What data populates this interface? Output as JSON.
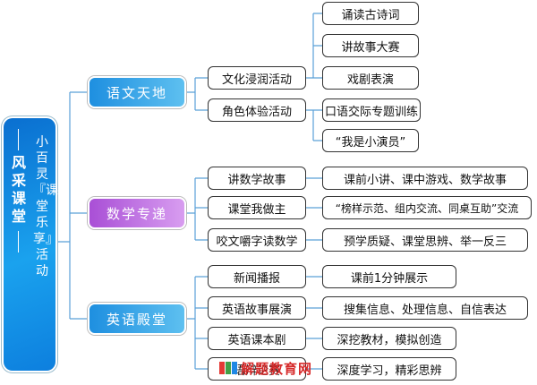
{
  "main": {
    "title": "风采课堂",
    "subtitle": "小百灵『课堂乐享』活动"
  },
  "categories": [
    {
      "label": "语文天地",
      "activities": [
        "文化浸润活动",
        "角色体验活动"
      ],
      "details": [
        "诵读古诗词",
        "讲故事大赛",
        "戏剧表演",
        "口语交际专题训练",
        "“我是小演员”"
      ]
    },
    {
      "label": "数学专递",
      "activities": [
        "讲数学故事",
        "课堂我做主",
        "咬文嚼字读数学"
      ],
      "details": [
        "课前小讲、课中游戏、数学故事",
        "“榜样示范、组内交流、同桌互助”交流",
        "预学质疑、课堂思辨、举一反三"
      ]
    },
    {
      "label": "英语殿堂",
      "activities": [
        "新闻播报",
        "英语故事展演",
        "英语课本剧",
        "语辩论赛"
      ],
      "details": [
        "课前1分钟展示",
        "搜集信息、处理信息、自信表达",
        "深挖教材，模拟创造",
        "深度学习，精彩思辨"
      ]
    }
  ],
  "watermark": {
    "text": "解题教育网",
    "icon": "book-logo-icon"
  },
  "colors": {
    "blue": "#1e8fe0",
    "purple": "#a94fd6",
    "line": "#5aa0d8",
    "main": "#0a6fd0"
  }
}
